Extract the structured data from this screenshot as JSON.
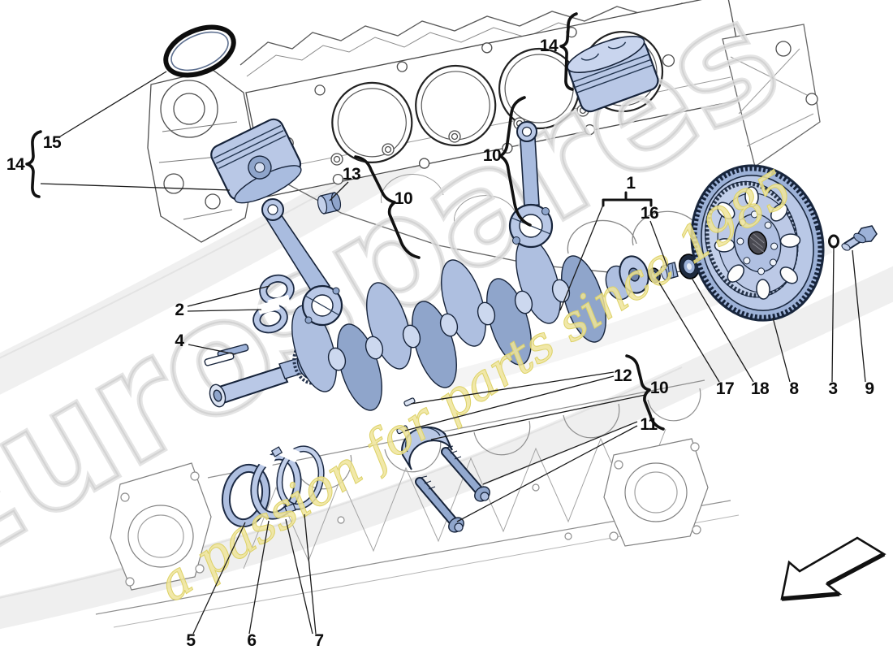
{
  "watermark": {
    "brand": "Eurospares",
    "tagline": "a passion for parts since 1985"
  },
  "icons": {
    "direction_arrow": "block-arrow-down-left"
  },
  "callouts": {
    "c15": "15",
    "c14_left": "14",
    "c2": "2",
    "c4": "4",
    "c13": "13",
    "c10_rod_left": "10",
    "c10_rod_right": "10",
    "c14_right": "14",
    "c1": "1",
    "c16": "16",
    "c12": "12",
    "c10_cap": "10",
    "c11": "11",
    "c17": "17",
    "c18": "18",
    "c8": "8",
    "c3": "3",
    "c9": "9",
    "c5": "5",
    "c6": "6",
    "c7": "7"
  }
}
